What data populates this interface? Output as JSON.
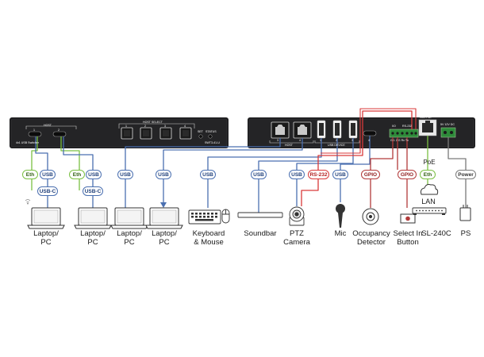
{
  "left_panel": {
    "host_label": "HOST",
    "port_nums": [
      "1",
      "2"
    ],
    "product_line": "4x1 USB Switcher",
    "host_select_label": "HOST SELECT",
    "button_nums": [
      "1",
      "2",
      "3",
      "4"
    ],
    "set_label": "SET",
    "status_label": "STATUS",
    "model": "SWT3-41-U"
  },
  "right_panel": {
    "host_label": "HOST",
    "usb_device_label": "USB DEVICE",
    "host_port_nums": [
      "3",
      "4"
    ],
    "device_port_nums": [
      "1",
      "2",
      "3",
      "4"
    ],
    "io_label": "I/O",
    "rs232_label": "RS-232",
    "io_pins": "G 1 2  G Rx Tx",
    "lan_label": "LAN PoE",
    "power_label": "5V 12V DC"
  },
  "badges": {
    "eth": "Eth",
    "usb": "USB",
    "usbc": "USB-C",
    "rs232": "RS-232",
    "gpio": "GPIO",
    "poe": "PoE",
    "power": "Power",
    "lan": "LAN"
  },
  "devices": {
    "laptop1": "Laptop/\nPC",
    "laptop2": "Laptop/\nPC",
    "laptop3": "Laptop/\nPC",
    "laptop4": "Laptop/\nPC",
    "keyboard": "Keyboard\n& Mouse",
    "soundbar": "Soundbar",
    "ptz": "PTZ\nCamera",
    "mic": "Mic",
    "occupancy": "Occupancy\nDetector",
    "select_button": "Select In\nButton",
    "sl240c": "SL-240C",
    "ps": "PS"
  },
  "colors": {
    "usb": "#4a6fb0",
    "eth": "#7bc043",
    "rs232": "#d93a3a",
    "gpio": "#b23a3a",
    "power": "#7a7a7a",
    "panel": "#1d1d1f"
  }
}
